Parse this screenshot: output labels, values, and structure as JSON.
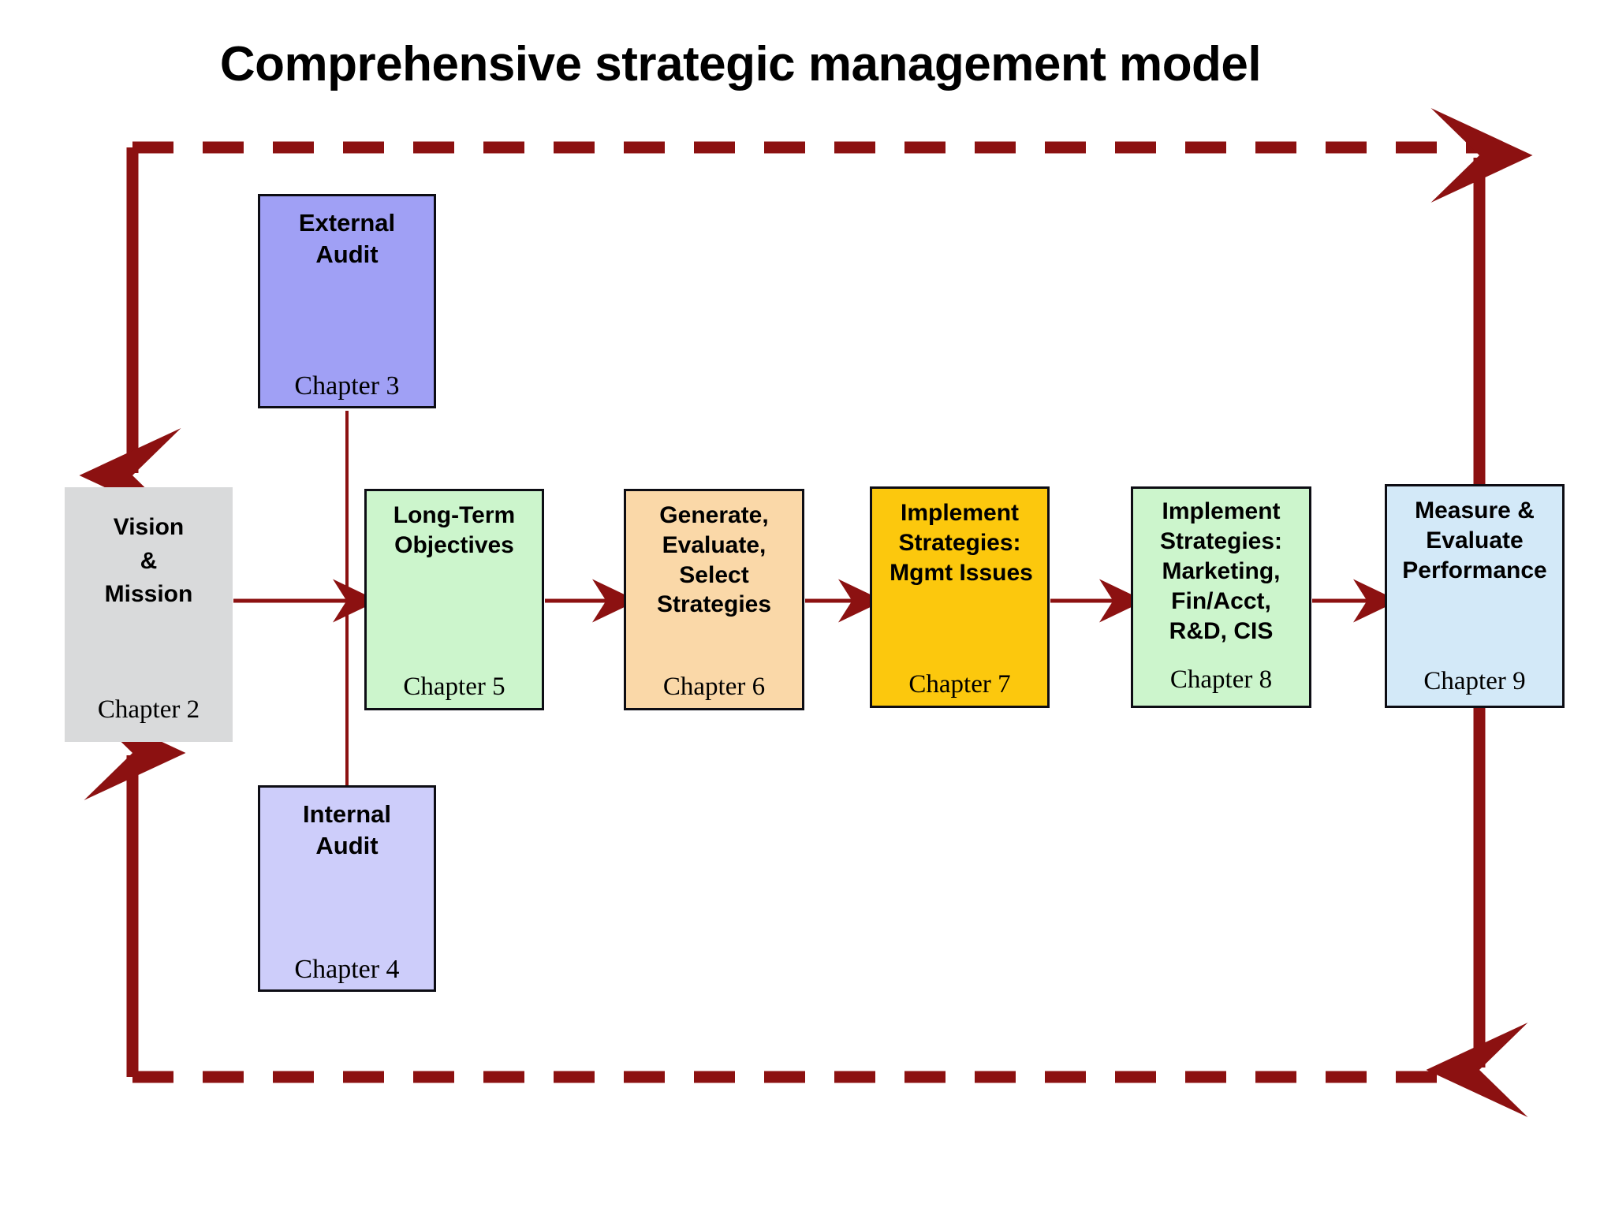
{
  "title": "Comprehensive strategic management model",
  "colors": {
    "arrow": "#8c1111",
    "border": "#0d0d14",
    "vision_fill": "#d9dadb",
    "external_audit_fill": "#a0a0f5",
    "internal_audit_fill": "#cdcdfa",
    "long_term_fill": "#ccf5cc",
    "generate_fill": "#fad8a8",
    "mgmt_fill": "#fcc80d",
    "functional_fill": "#ccf5cc",
    "measure_fill": "#d3e9f8",
    "page_background": "#ffffff"
  },
  "nodes": {
    "vision": {
      "lines": [
        "Vision",
        "&",
        "Mission"
      ],
      "chapter": "Chapter 2"
    },
    "external_audit": {
      "lines": [
        "External",
        "Audit"
      ],
      "chapter": "Chapter 3"
    },
    "internal_audit": {
      "lines": [
        "Internal",
        "Audit"
      ],
      "chapter": "Chapter 4"
    },
    "long_term_objectives": {
      "lines": [
        "Long-Term",
        "Objectives"
      ],
      "chapter": "Chapter 5"
    },
    "generate_evaluate_select": {
      "lines": [
        "Generate,",
        "Evaluate,",
        "Select",
        "Strategies"
      ],
      "chapter": "Chapter 6"
    },
    "implement_mgmt": {
      "lines": [
        "Implement",
        "Strategies:",
        "Mgmt Issues"
      ],
      "chapter": "Chapter 7"
    },
    "implement_functional": {
      "lines": [
        "Implement",
        "Strategies:",
        "Marketing,",
        "Fin/Acct,",
        "R&D, CIS"
      ],
      "chapter": "Chapter 8"
    },
    "measure_evaluate": {
      "lines": [
        "Measure &",
        "Evaluate",
        "Performance"
      ],
      "chapter": "Chapter 9"
    }
  },
  "connections": {
    "feedback_loop_style": "dashed",
    "flow_style": "solid",
    "sequence": [
      "Vision & Mission",
      "Long-Term Objectives",
      "Generate, Evaluate, Select Strategies",
      "Implement Strategies: Mgmt Issues",
      "Implement Strategies: Marketing, Fin/Acct, R&D, CIS",
      "Measure & Evaluate Performance"
    ]
  }
}
